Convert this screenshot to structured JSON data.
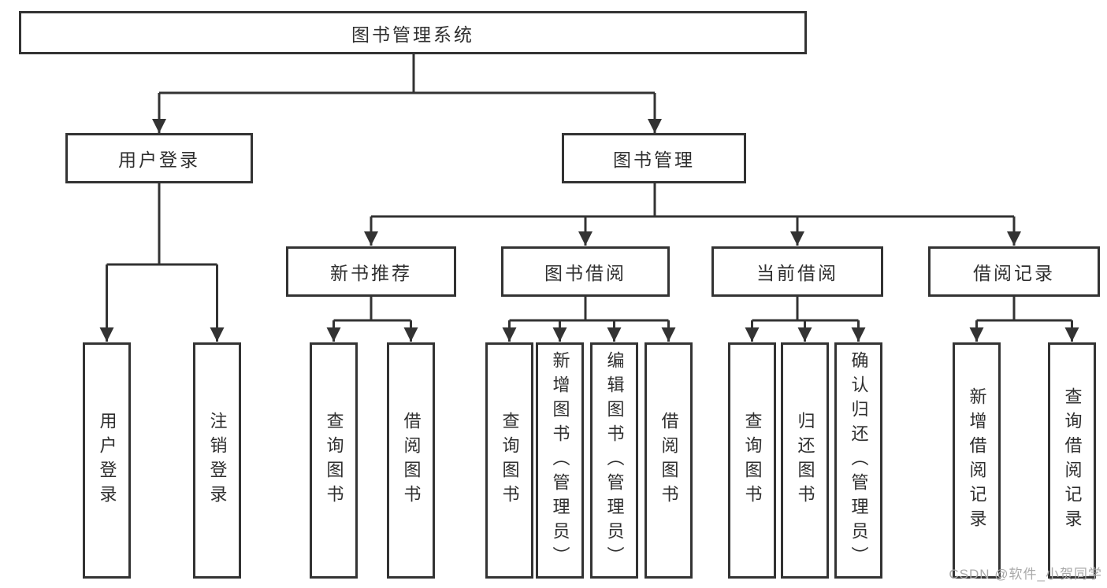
{
  "colors": {
    "line": "#333333",
    "text": "#2f2f2f",
    "background": "#ffffff",
    "watermark": "#a9a9a9"
  },
  "watermark": "CSDN @软件_小贺同学",
  "tree": {
    "root": {
      "label": "图书管理系统"
    },
    "login": {
      "label": "用户登录",
      "children": [
        "用户登录",
        "注销登录"
      ]
    },
    "management": {
      "label": "图书管理",
      "groups": {
        "recommend": {
          "label": "新书推荐",
          "children": [
            "查询图书",
            "借阅图书"
          ]
        },
        "borrow": {
          "label": "图书借阅",
          "children": [
            "查询图书",
            "新增图书（管理员）",
            "编辑图书（管理员）",
            "借阅图书"
          ]
        },
        "current": {
          "label": "当前借阅",
          "children": [
            "查询图书",
            "归还图书",
            "确认归还（管理员）"
          ]
        },
        "records": {
          "label": "借阅记录",
          "children": [
            "新增借阅记录",
            "查询借阅记录"
          ]
        }
      }
    }
  }
}
